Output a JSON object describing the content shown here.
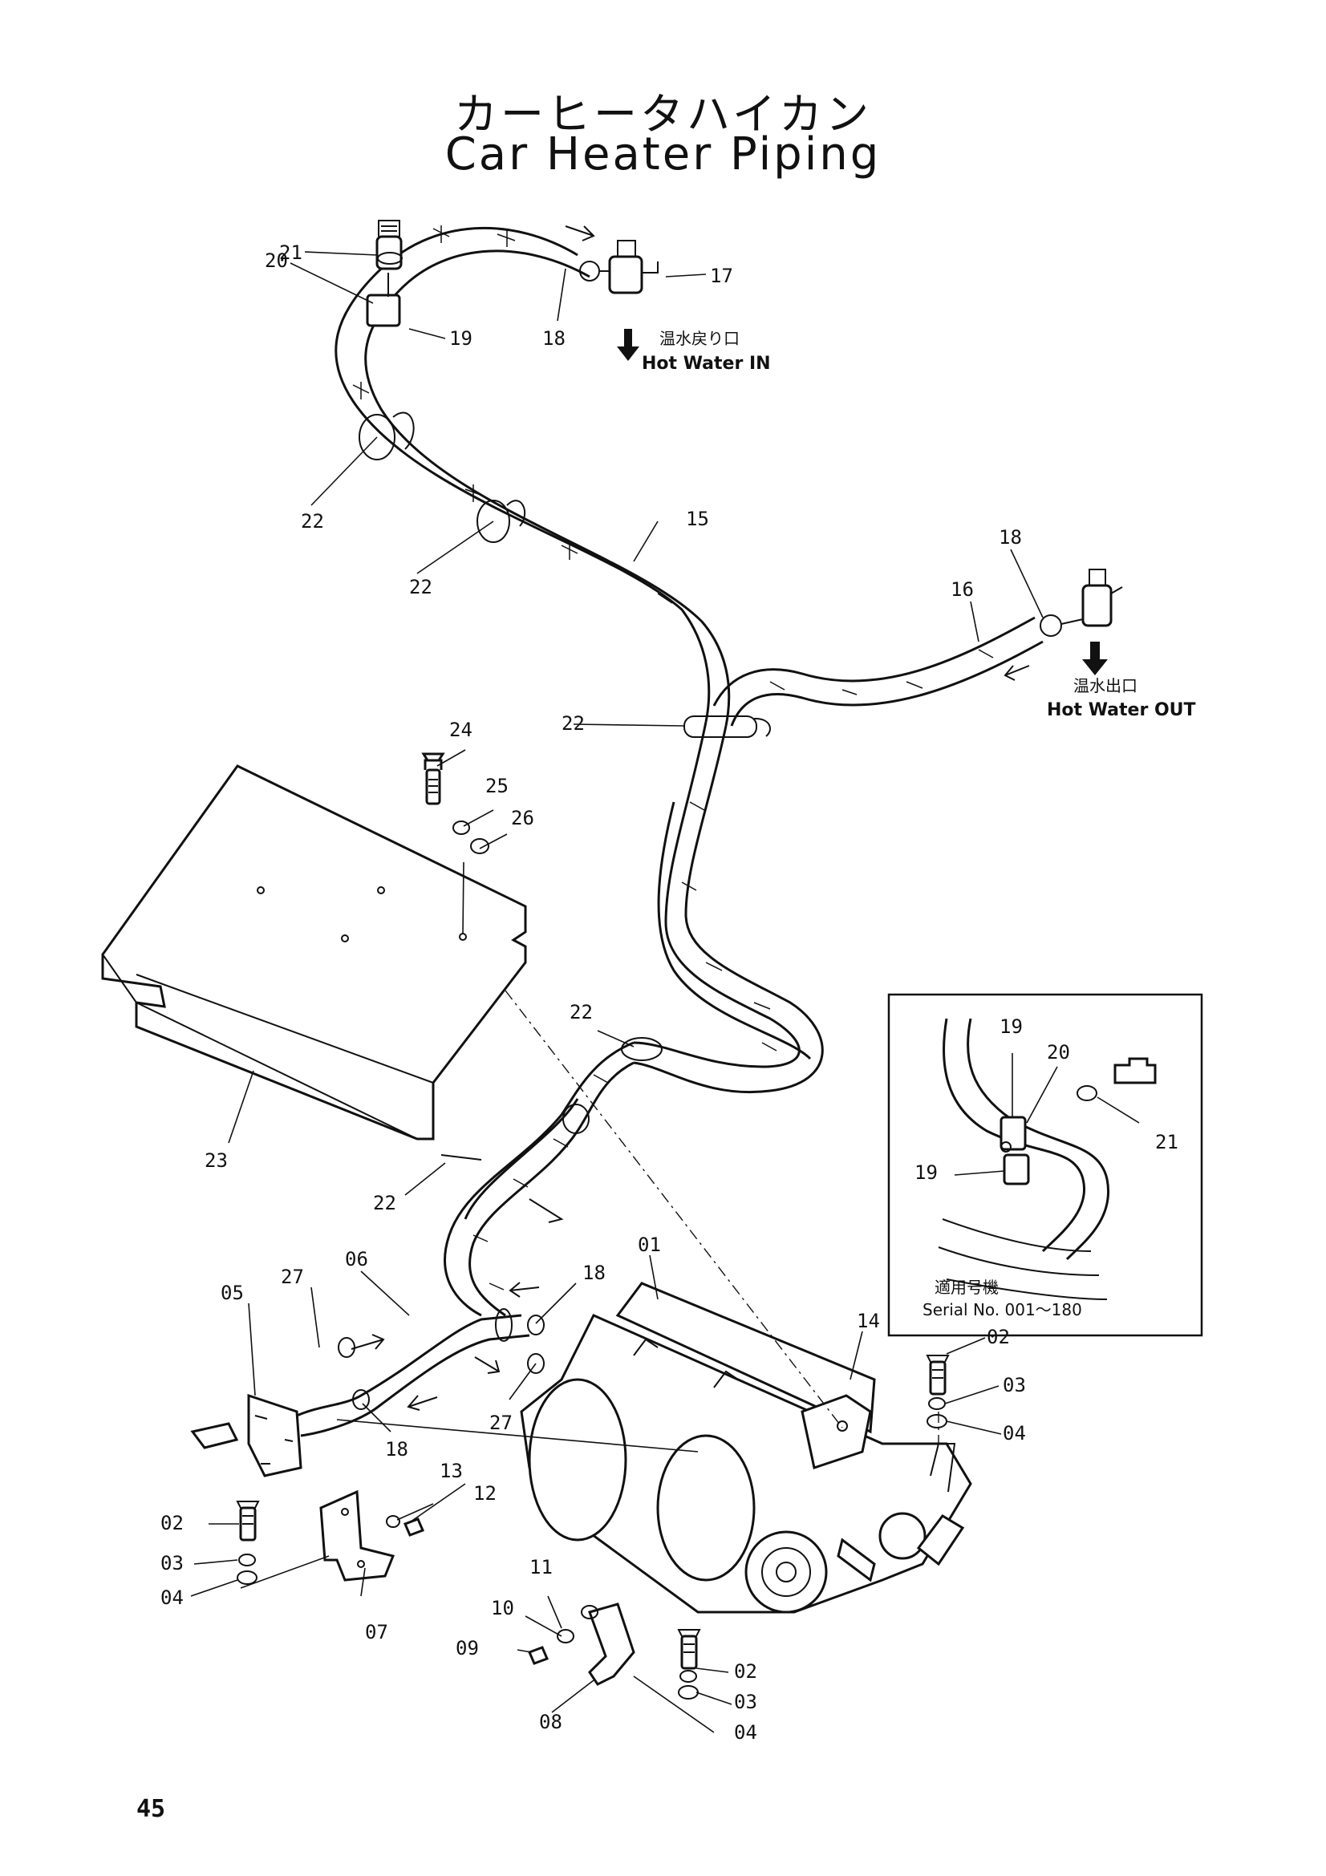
{
  "title": {
    "jp": "カーヒータハイカン",
    "en": "Car Heater Piping"
  },
  "page_number": "45",
  "flow": {
    "in_jp": "温水戻り口",
    "in_en": "Hot Water IN",
    "out_jp": "温水出口",
    "out_en": "Hot Water OUT"
  },
  "detail": {
    "serial_jp": "適用号機",
    "serial_en": "Serial  No.  001～180"
  },
  "callouts": {
    "c21a": "21",
    "c20a": "20",
    "c19a": "19",
    "c18a": "18",
    "c17": "17",
    "c22a": "22",
    "c22b": "22",
    "c15": "15",
    "c18b": "18",
    "c16": "16",
    "c22c": "22",
    "c24": "24",
    "c25": "25",
    "c26": "26",
    "c23": "23",
    "c22d": "22",
    "c22e": "22",
    "c19b": "19",
    "c20b": "20",
    "c21b": "21",
    "c19c": "19",
    "c06": "06",
    "c27a": "27",
    "c05": "05",
    "c18c": "18",
    "c01": "01",
    "c14": "14",
    "c18d": "18",
    "c27b": "27",
    "c02a": "02",
    "c03a": "03",
    "c04a": "04",
    "c13": "13",
    "c12": "12",
    "c02b": "02",
    "c03b": "03",
    "c04b": "04",
    "c07": "07",
    "c11": "11",
    "c10": "10",
    "c09": "09",
    "c02c": "02",
    "c03c": "03",
    "c08": "08",
    "c04c": "04"
  }
}
